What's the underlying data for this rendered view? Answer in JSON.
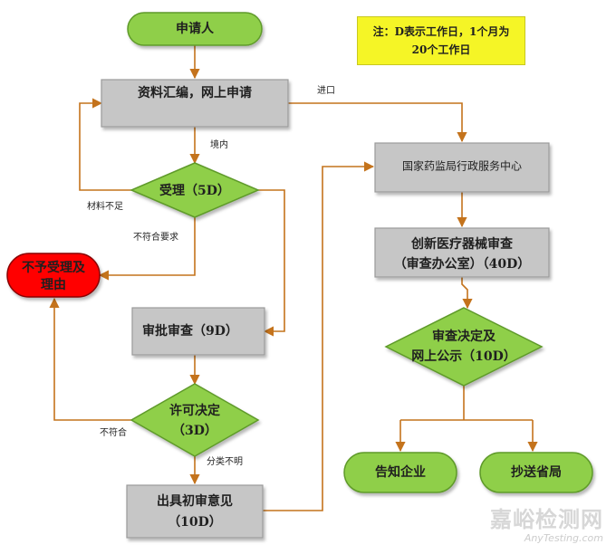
{
  "colors": {
    "terminal_fill": "#8fcf4a",
    "terminal_stroke": "#5f9a2a",
    "process_fill": "#c6c6c6",
    "process_stroke": "#9a9a9a",
    "reject_fill": "#ff0000",
    "reject_stroke": "#8a0000",
    "edge": "#c4731c",
    "note_fill": "#f5f526"
  },
  "note": {
    "line1": "注：D表示工作日，1个月为",
    "line2": "20个工作日"
  },
  "nodes": {
    "applicant": "申请人",
    "compile_apply": "资料汇编，网上申请",
    "accept": "受理（5D）",
    "reject": {
      "line1": "不予受理及",
      "line2": "理由"
    },
    "approval_review": "审批审查（9D）",
    "license_decision": {
      "line1": "许可决定",
      "line2": "（3D）"
    },
    "preliminary_opinion": {
      "line1": "出具初审意见",
      "line2": "（10D）"
    },
    "service_center": "国家药监局行政服务中心",
    "innovation_review": {
      "line1": "创新医疗器械审查",
      "line2": "（审查办公室）（40D）"
    },
    "review_publicity": {
      "line1": "审查决定及",
      "line2": "网上公示（10D）"
    },
    "notify_company": "告知企业",
    "cc_province": "抄送省局"
  },
  "edge_labels": {
    "import": "进口",
    "domestic": "境内",
    "insufficient_materials": "材料不足",
    "not_meet_requirements": "不符合要求",
    "not_compliant": "不符合",
    "classification_unclear": "分类不明"
  },
  "watermark": {
    "main": "嘉峪检测网",
    "sub": "AnyTesting.com"
  }
}
